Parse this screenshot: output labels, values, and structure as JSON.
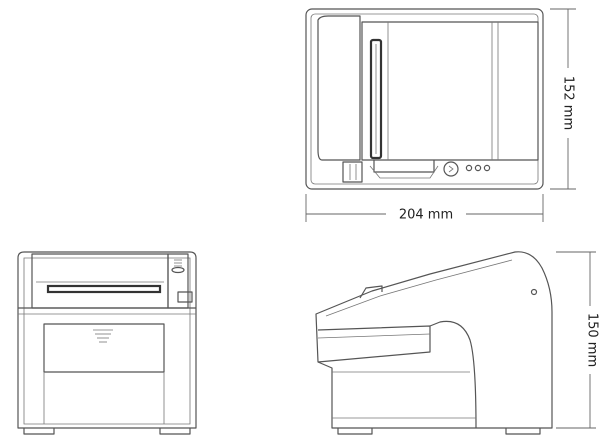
{
  "dimensions": {
    "depth_label": "152 mm",
    "width_label": "204 mm",
    "height_label": "150 mm"
  },
  "views": {
    "top": "top-view",
    "front": "front-view",
    "side": "side-view"
  },
  "colors": {
    "line": "#555555",
    "dimension": "#666666",
    "text": "#222222"
  }
}
